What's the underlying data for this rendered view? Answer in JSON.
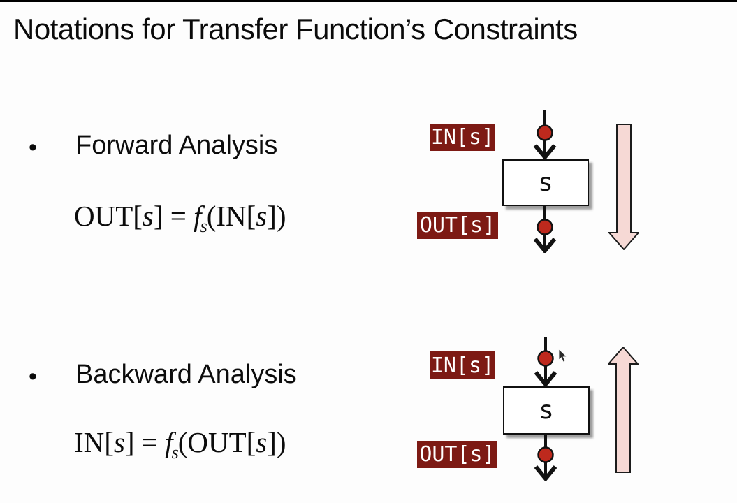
{
  "slide": {
    "title": "Notations for Transfer Function’s Constraints",
    "colors": {
      "label_bg": "#7d1a14",
      "label_text": "#ffffff",
      "dot_fill": "#be291d",
      "big_arrow_fill": "#f6d9d5",
      "stroke": "#121212",
      "slide_bg": "#fdfdfd",
      "top_edge": "#000000"
    },
    "sections": [
      {
        "bullet": "•",
        "heading": "Forward Analysis",
        "formula": {
          "lhs": "OUT[",
          "lhs_var": "s",
          "mid": "] = ",
          "func": "f",
          "func_sub": "s",
          "open": "(",
          "rhs": "IN[",
          "rhs_var": "s",
          "close": "])"
        },
        "diagram": {
          "in_label": "IN[s]",
          "node_label": "s",
          "out_label": "OUT[s]",
          "direction": "down"
        }
      },
      {
        "bullet": "•",
        "heading": "Backward Analysis",
        "formula": {
          "lhs": "IN[",
          "lhs_var": "s",
          "mid": "] = ",
          "func": "f",
          "func_sub": "s",
          "open": "(",
          "rhs": "OUT[",
          "rhs_var": "s",
          "close": "])"
        },
        "diagram": {
          "in_label": "IN[s]",
          "node_label": "s",
          "out_label": "OUT[s]",
          "direction": "up"
        }
      }
    ]
  }
}
